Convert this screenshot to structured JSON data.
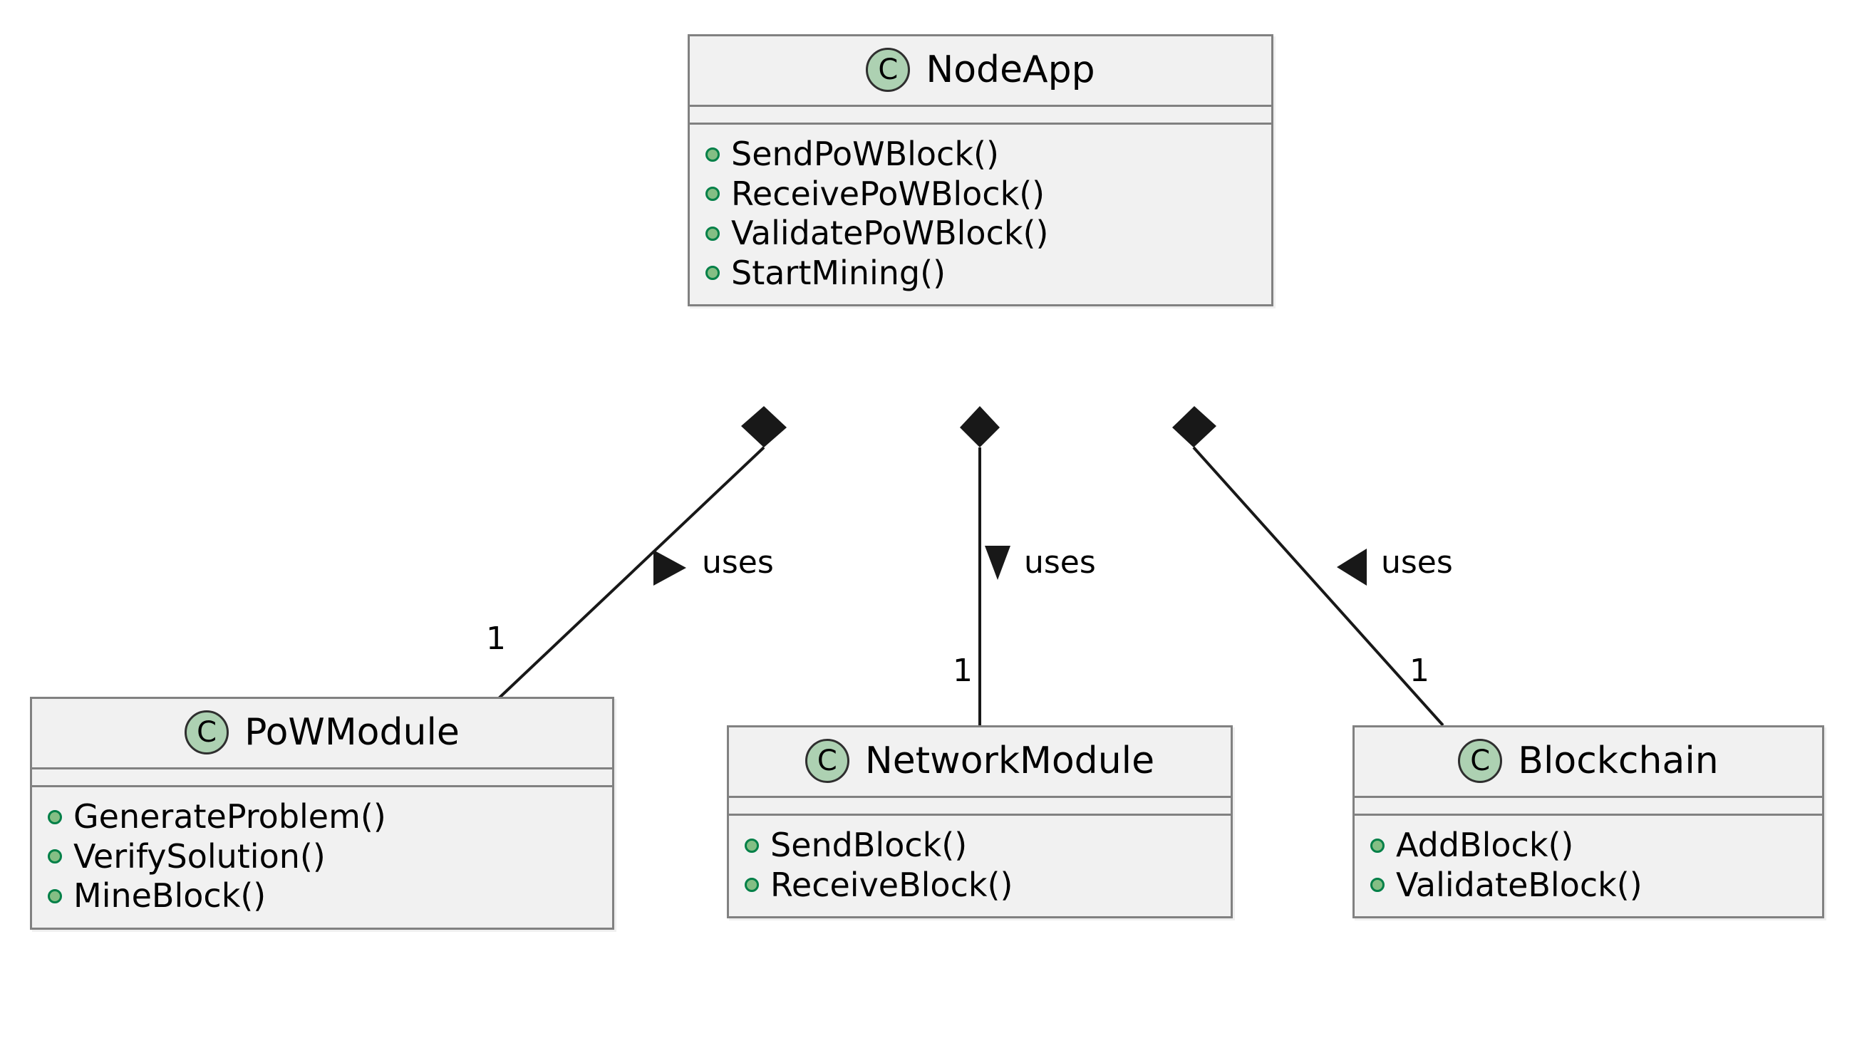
{
  "diagram": {
    "type": "uml-class-diagram",
    "background": "#FFFFFF",
    "colors": {
      "class_fill": "#F1F1F1",
      "class_border": "#818181",
      "icon_fill": "#ADD1B2",
      "icon_border": "#2F2F2F",
      "bullet_fill": "#84BE84",
      "bullet_border": "#038048",
      "text": "#000000",
      "edge": "#181818"
    },
    "classes": [
      {
        "id": "nodeapp",
        "stereotype_letter": "C",
        "name": "NodeApp",
        "attributes": [],
        "methods": [
          "SendPoWBlock()",
          "ReceivePoWBlock()",
          "ValidatePoWBlock()",
          "StartMining()"
        ]
      },
      {
        "id": "powmodule",
        "stereotype_letter": "C",
        "name": "PoWModule",
        "attributes": [],
        "methods": [
          "GenerateProblem()",
          "VerifySolution()",
          "MineBlock()"
        ]
      },
      {
        "id": "networkmodule",
        "stereotype_letter": "C",
        "name": "NetworkModule",
        "attributes": [],
        "methods": [
          "SendBlock()",
          "ReceiveBlock()"
        ]
      },
      {
        "id": "blockchain",
        "stereotype_letter": "C",
        "name": "Blockchain",
        "attributes": [],
        "methods": [
          "AddBlock()",
          "ValidateBlock()"
        ]
      }
    ],
    "relationships": [
      {
        "id": "rel-powmodule",
        "from": "nodeapp",
        "to": "powmodule",
        "kind": "composition",
        "source_decoration": "filled-diamond",
        "label": "uses",
        "label_direction": "triangle-right",
        "multiplicity": "1"
      },
      {
        "id": "rel-networkmodule",
        "from": "nodeapp",
        "to": "networkmodule",
        "kind": "composition",
        "source_decoration": "filled-diamond",
        "label": "uses",
        "label_direction": "triangle-down",
        "multiplicity": "1"
      },
      {
        "id": "rel-blockchain",
        "from": "nodeapp",
        "to": "blockchain",
        "kind": "composition",
        "source_decoration": "filled-diamond",
        "label": "uses",
        "label_direction": "triangle-left",
        "multiplicity": "1"
      }
    ]
  }
}
